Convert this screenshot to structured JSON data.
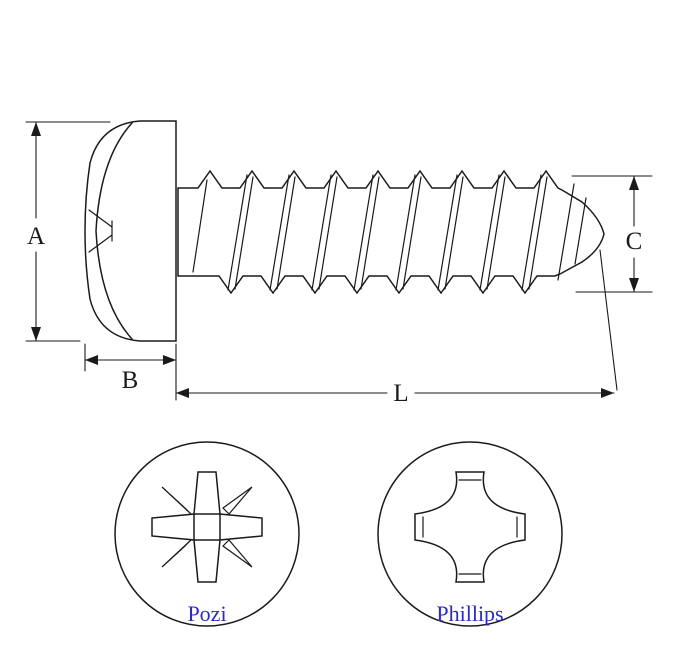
{
  "diagram": {
    "dimension_labels": {
      "head_diameter": "A",
      "head_height": "B",
      "thread_diameter": "C",
      "shank_length": "L"
    },
    "drive_views": {
      "left_label": "Pozi",
      "right_label": "Phillips"
    },
    "colors": {
      "line": "#1a1a1a",
      "drive_label": "#2b2bbf",
      "background": "#ffffff"
    }
  }
}
